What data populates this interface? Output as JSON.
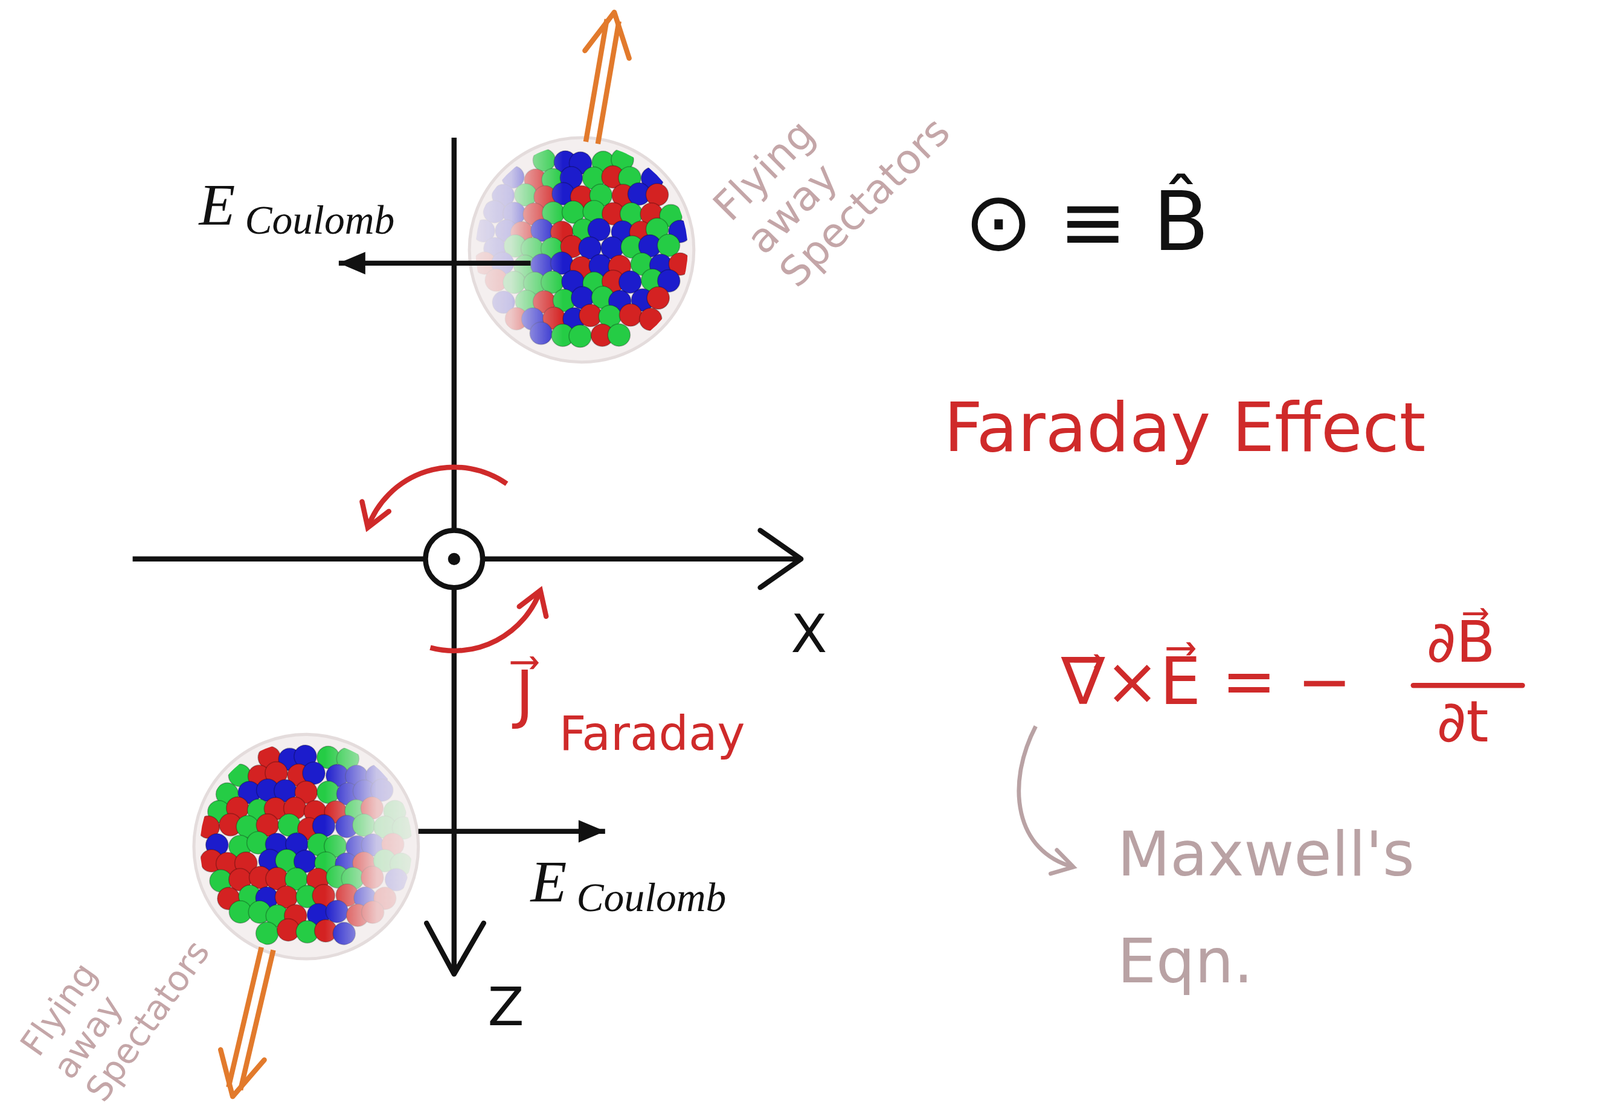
{
  "diagram": {
    "labels": [
      "E⃗",
      "Coulomb",
      "Flying away Spectators",
      "⊙ ≡ B̂",
      "Faraday Effect",
      "X",
      "J⃗",
      "Faraday",
      "∇⃗×E⃗ = −",
      "∂B⃗",
      "∂t",
      "Maxwell's Eqn.",
      "Flying away Spectators",
      "E⃗",
      "Coulomb",
      "Z"
    ]
  }
}
